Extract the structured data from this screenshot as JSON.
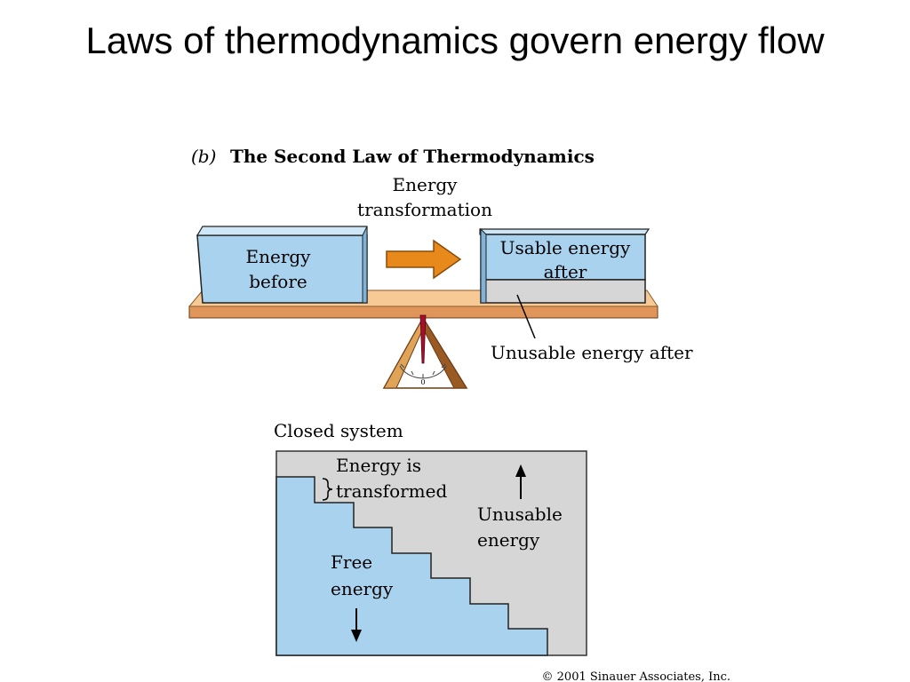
{
  "slide": {
    "title": "Laws of thermodynamics govern energy flow"
  },
  "diagram": {
    "panel_letter": "(b)",
    "panel_title": "The Second Law of Thermodynamics",
    "transformation_label": [
      "Energy",
      "transformation"
    ],
    "left_block_label": [
      "Energy",
      "before"
    ],
    "right_block_label": [
      "Usable energy",
      "after"
    ],
    "unusable_callout": "Unusable energy after",
    "gauge_zero": "0",
    "closed_system_title": "Closed system",
    "transformed_label": [
      "Energy is",
      "transformed"
    ],
    "unusable_label": [
      "Unusable",
      "energy"
    ],
    "free_energy_label": [
      "Free",
      "energy"
    ],
    "copyright": "© 2001 Sinauer Associates, Inc.",
    "colors": {
      "energy_blue": "#a9d2ef",
      "gray": "#d6d6d6",
      "arrow_orange": "#e8891c",
      "beam": "#e0965a",
      "needle": "#a3122c"
    }
  }
}
